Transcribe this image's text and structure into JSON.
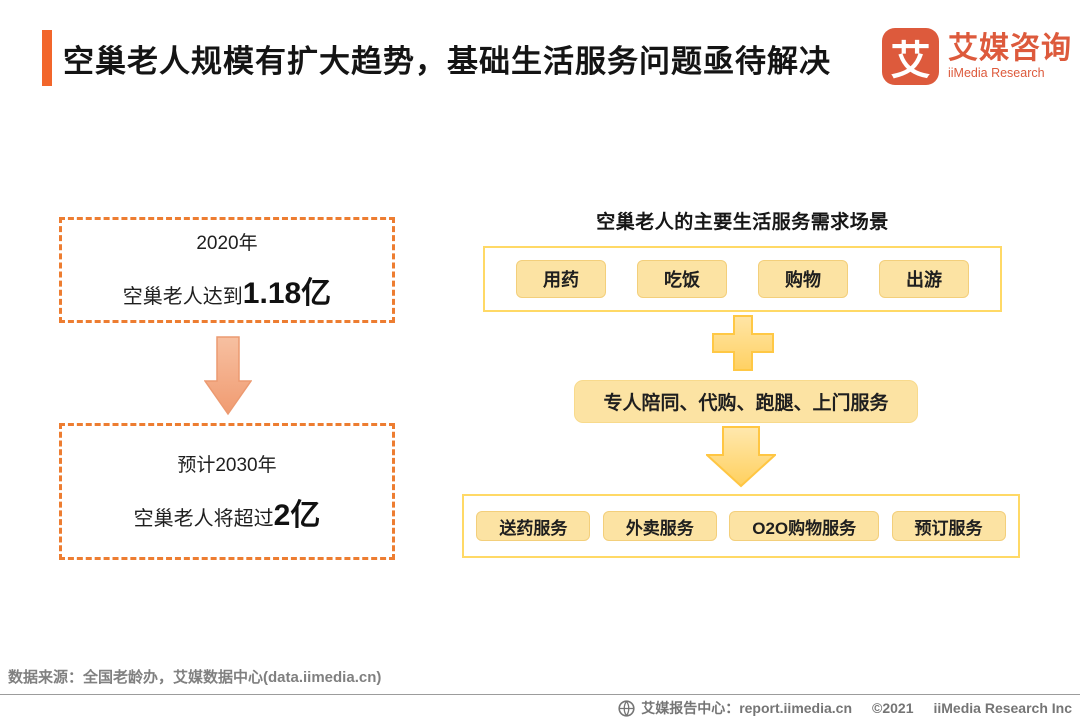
{
  "header": {
    "title": "空巢老人规模有扩大趋势，基础生活服务问题亟待解决",
    "logo": {
      "icon_char": "艾",
      "name_cn": "艾媒咨询",
      "name_en": "iiMedia Research"
    }
  },
  "left_flow": {
    "box_2020": {
      "line1": "2020年",
      "prefix": "空巢老人达到",
      "value": "1.18亿"
    },
    "box_2030": {
      "line1": "预计2030年",
      "prefix": "空巢老人将超过",
      "value": "2亿"
    }
  },
  "right_flow": {
    "title": "空巢老人的主要生活服务需求场景",
    "scenarios": [
      "用药",
      "吃饭",
      "购物",
      "出游"
    ],
    "middle_service": "专人陪同、代购、跑腿、上门服务",
    "services": [
      "送药服务",
      "外卖服务",
      "O2O购物服务",
      "预订服务"
    ]
  },
  "footer": {
    "source": "数据来源：全国老龄办，艾媒数据中心(data.iimedia.cn)",
    "report_center": "艾媒报告中心：report.iimedia.cn",
    "copyright": "©2021",
    "company": "iiMedia Research Inc"
  },
  "colors": {
    "accent_orange": "#F2662B",
    "dashed_border_orange": "#ED7D31",
    "brand_red": "#DD5A3C",
    "pill_yellow": "#FCE3A3",
    "gold_border": "#FFD966",
    "arrow_salmon": "#F2A77E",
    "arrow_gold": "#FFD264",
    "text_gray": "#808080"
  }
}
